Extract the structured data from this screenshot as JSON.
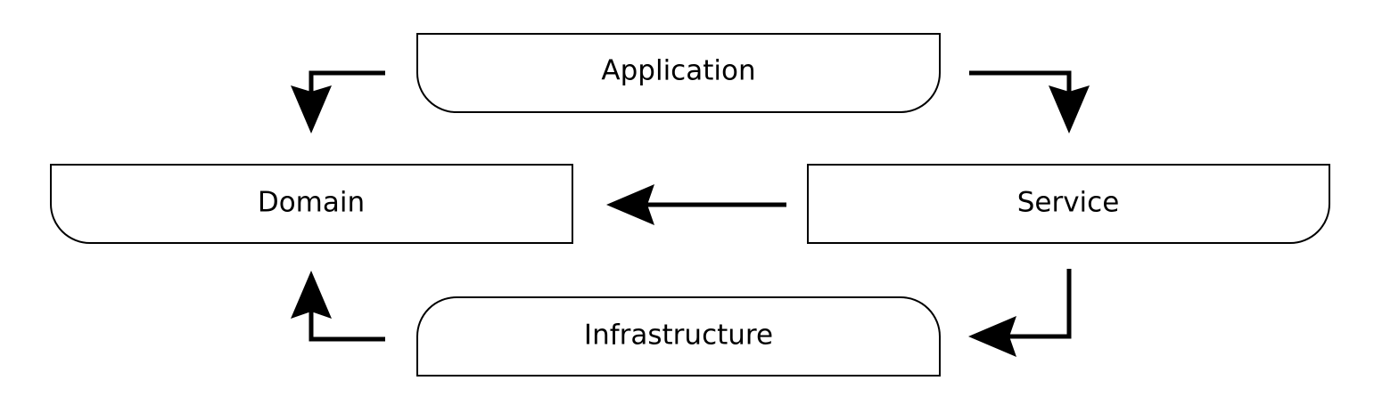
{
  "nodes": {
    "application": {
      "label": "Application"
    },
    "domain": {
      "label": "Domain"
    },
    "service": {
      "label": "Service"
    },
    "infrastructure": {
      "label": "Infrastructure"
    }
  },
  "edges": [
    {
      "from": "application",
      "to": "domain"
    },
    {
      "from": "application",
      "to": "service"
    },
    {
      "from": "service",
      "to": "domain"
    },
    {
      "from": "service",
      "to": "infrastructure"
    },
    {
      "from": "infrastructure",
      "to": "domain"
    }
  ],
  "colors": {
    "stroke": "#000000",
    "background": "#ffffff"
  }
}
